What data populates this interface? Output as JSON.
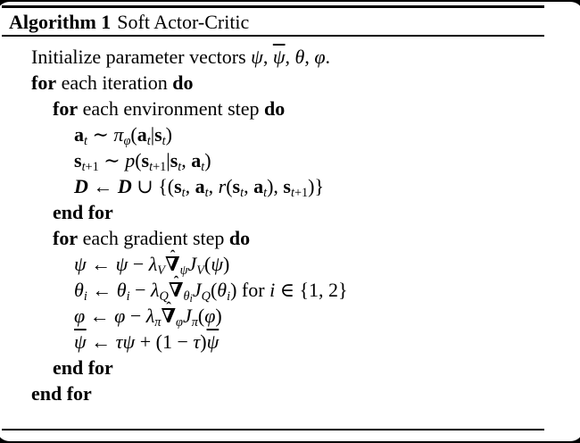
{
  "window": {
    "frame_color": "#000000",
    "page_background": "#ffffff",
    "text_color": "#000000"
  },
  "algorithm": {
    "label": "Algorithm 1",
    "title": "Soft Actor-Critic",
    "lines": [
      {
        "indent": 0,
        "html": "Initialize parameter vectors <i>ψ</i>, <span class='bar'><i>ψ</i></span>, <i>θ</i>, <i>φ</i>."
      },
      {
        "indent": 0,
        "html": "<b>for</b> each iteration <b>do</b>"
      },
      {
        "indent": 1,
        "html": "<b>for</b> each environment step <b>do</b>"
      },
      {
        "indent": 2,
        "html": "<span class='mbf'>a</span><sub><i>t</i></sub> ∼ <i>π</i><sub><i>φ</i></sub>(<span class='mbf'>a</span><sub><i>t</i></sub>|<span class='mbf'>s</span><sub><i>t</i></sub>)"
      },
      {
        "indent": 2,
        "html": "<span class='mbf'>s</span><sub><i>t</i>+1</sub> ∼ <i>p</i>(<span class='mbf'>s</span><sub><i>t</i>+1</sub>|<span class='mbf'>s</span><sub><i>t</i></sub>, <span class='mbf'>a</span><sub><i>t</i></sub>)"
      },
      {
        "indent": 2,
        "html": "<span class='cal'>D</span> ← <span class='cal'>D</span> ∪ {(<span class='mbf'>s</span><sub><i>t</i></sub>, <span class='mbf'>a</span><sub><i>t</i></sub>, <i>r</i>(<span class='mbf'>s</span><sub><i>t</i></sub>, <span class='mbf'>a</span><sub><i>t</i></sub>), <span class='mbf'>s</span><sub><i>t</i>+1</sub>)}"
      },
      {
        "indent": 1,
        "html": "<b>end for</b>"
      },
      {
        "indent": 1,
        "html": "<b>for</b> each gradient step <b>do</b>"
      },
      {
        "indent": 2,
        "html": "<i>ψ</i> ← <i>ψ</i> − <i>λ</i><sub><i>V</i></sub><span class='hat mbf'>∇</span><sub><i>ψ</i></sub><i>J</i><sub><i>V</i></sub>(<i>ψ</i>)"
      },
      {
        "indent": 2,
        "html": "<i>θ</i><sub><i>i</i></sub> ← <i>θ</i><sub><i>i</i></sub> − <i>λ</i><sub><i>Q</i></sub><span class='hat mbf'>∇</span><sub><i>θ</i><sub><i>i</i></sub></sub><i>J</i><sub><i>Q</i></sub>(<i>θ</i><sub><i>i</i></sub>) for <i>i</i> ∈ {1, 2}"
      },
      {
        "indent": 2,
        "html": "<i>φ</i> ← <i>φ</i> − <i>λ</i><sub><i>π</i></sub><span class='hat mbf'>∇</span><sub><i>φ</i></sub><i>J</i><sub><i>π</i></sub>(<i>φ</i>)"
      },
      {
        "indent": 2,
        "html": "<span class='bar'><i>ψ</i></span> ← <i>τψ</i> + (1 − <i>τ</i>)<span class='bar'><i>ψ</i></span>"
      },
      {
        "indent": 1,
        "html": "<b>end for</b>"
      },
      {
        "indent": 0,
        "html": "<b>end for</b>"
      }
    ]
  }
}
